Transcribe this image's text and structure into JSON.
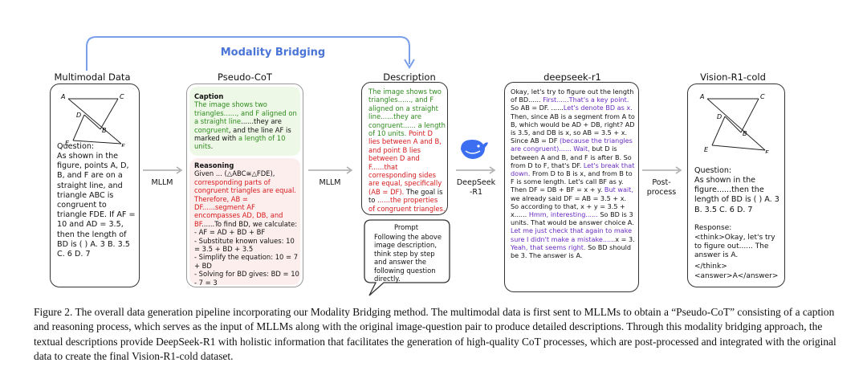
{
  "bridge": {
    "label": "Modality Bridging",
    "color": "#4a74d6"
  },
  "columns": {
    "multimodal": "Multimodal Data",
    "pseudo": "Pseudo-CoT",
    "description": "Description",
    "deepseek": "deepseek-r1",
    "vision": "Vision-R1-cold"
  },
  "geometry_labels": {
    "A": "A",
    "B": "B",
    "C": "C",
    "D": "D",
    "E": "E",
    "F": "F"
  },
  "multimodal_box": {
    "question_label": "Question:",
    "question_text": "As shown in the figure, points A, D, B, and F are on a straight line, and triangle ABC is congruent to triangle FDE. If AF = 10 and AD = 3.5, then the length of BD is ( ) A. 3 B. 3.5 C. 6 D. 7"
  },
  "arrows": {
    "mllm1": "MLLM",
    "mllm2": "MLLM",
    "deepseek_r1_l1": "DeepSeek",
    "deepseek_r1_l2": "-R1",
    "post_l1": "Post-",
    "post_l2": "process"
  },
  "pseudo_box": {
    "caption_title": "Caption",
    "caption_p1": "The image shows two triangles......, and F ",
    "caption_p2": "aligned on a straight line",
    "caption_p3": "......they are ",
    "caption_p4": "congruent",
    "caption_p5": ", and the line AF is marked with ",
    "caption_p6": "a length of 10 units",
    "caption_p7": ".",
    "reasoning_title": "Reasoning",
    "r1": "Given ... (△ABC≅△FDE), ",
    "r2": "corresponding parts of congruent triangles are equal. Therefore, AB = DF......segment AF encompasses AD, DB, and BF",
    "r3": "......To find BD, we calculate:",
    "r4": "- AF = AD + BD + BF",
    "r5": "- Substitute known values: 10 = 3.5 + BD + 3.5",
    "r6": "- Simplify the equation: 10 = 7 + BD",
    "r7": "- Solving for BD gives: BD = 10 - 7 = 3"
  },
  "description_box": {
    "d1": "The image shows two triangles......, and F aligned on a straight line......they are congruent...... a length of 10 units.",
    "d2": "Point D lies between A and B, and point B lies between D and F......that corresponding sides are equal, specifically (AB = DF).",
    "d3": " The goal is to ",
    "d4": "......the properties of congruent triangles."
  },
  "prompt_box": {
    "title": "Prompt",
    "text": "Following the above image description, think step by step and answer the following question directly."
  },
  "deepseek_box": {
    "s1": "Okay, let's try to figure out the length of BD...... ",
    "s2": "First......That's a key point.",
    "s3": " So AB = DF. ......",
    "s4": "Let's denote BD as x.",
    "s5": " Then, since AB is a segment from A to B, which would be AD + DB, right? AD is 3.5, and DB is x, so AB = 3.5 + x. Since AB = DF ",
    "s6": "(because the triangles are congruent)......",
    "s7": " Wait,",
    "s8": " but D is between A and B, and F is after B. So from D to F, that's DF. ",
    "s9": "Let's break that down.",
    "s10": " From D to B is x, and from B to F is some length. Let's call BF as y. Then DF = DB + BF = x + y. ",
    "s11": "But wait,",
    "s12": " we already said DF = AB = 3.5 + x. So according to that, x + y = 3.5 + x...... ",
    "s13": "Hmm, interesting......",
    "s14": " So BD is 3 units. That would be answer choice A. ",
    "s15": "Let me just check that again to make sure I didn't make a mistake......",
    "s16": "x = 3. ",
    "s17": "Yeah, that seems right.",
    "s18": " So BD should be 3. The answer is A."
  },
  "vision_box": {
    "question_label": "Question:",
    "question_text": "As shown in the figure......then the length of BD is ( ) A. 3 B. 3.5 C. 6 D. 7",
    "response_label": "Response:",
    "r1": "<think>Okay, let's try to figure out...... The answer is A.",
    "r2": "</think>",
    "r3": "<answer>A</answer>"
  },
  "caption": {
    "text": "Figure 2. The overall data generation pipeline incorporating our Modality Bridging method. The multimodal data is first sent to MLLMs to obtain a “Pseudo-CoT” consisting of a caption and reasoning process, which serves as the input of MLLMs along with the original image-question pair to produce detailed descriptions. Through this modality bridging approach, the textual descriptions provide DeepSeek-R1 with holistic information that facilitates the generation of high-quality CoT processes, which are post-processed and integrated with the original data to create the final Vision-R1-cold dataset."
  },
  "colors": {
    "green": "#2e8b1e",
    "red": "#d7191c",
    "purple": "#6a2cc2",
    "caption_bg": "#eef8e6",
    "reasoning_bg": "#fdeeee",
    "logo": "#3b6ef0"
  }
}
